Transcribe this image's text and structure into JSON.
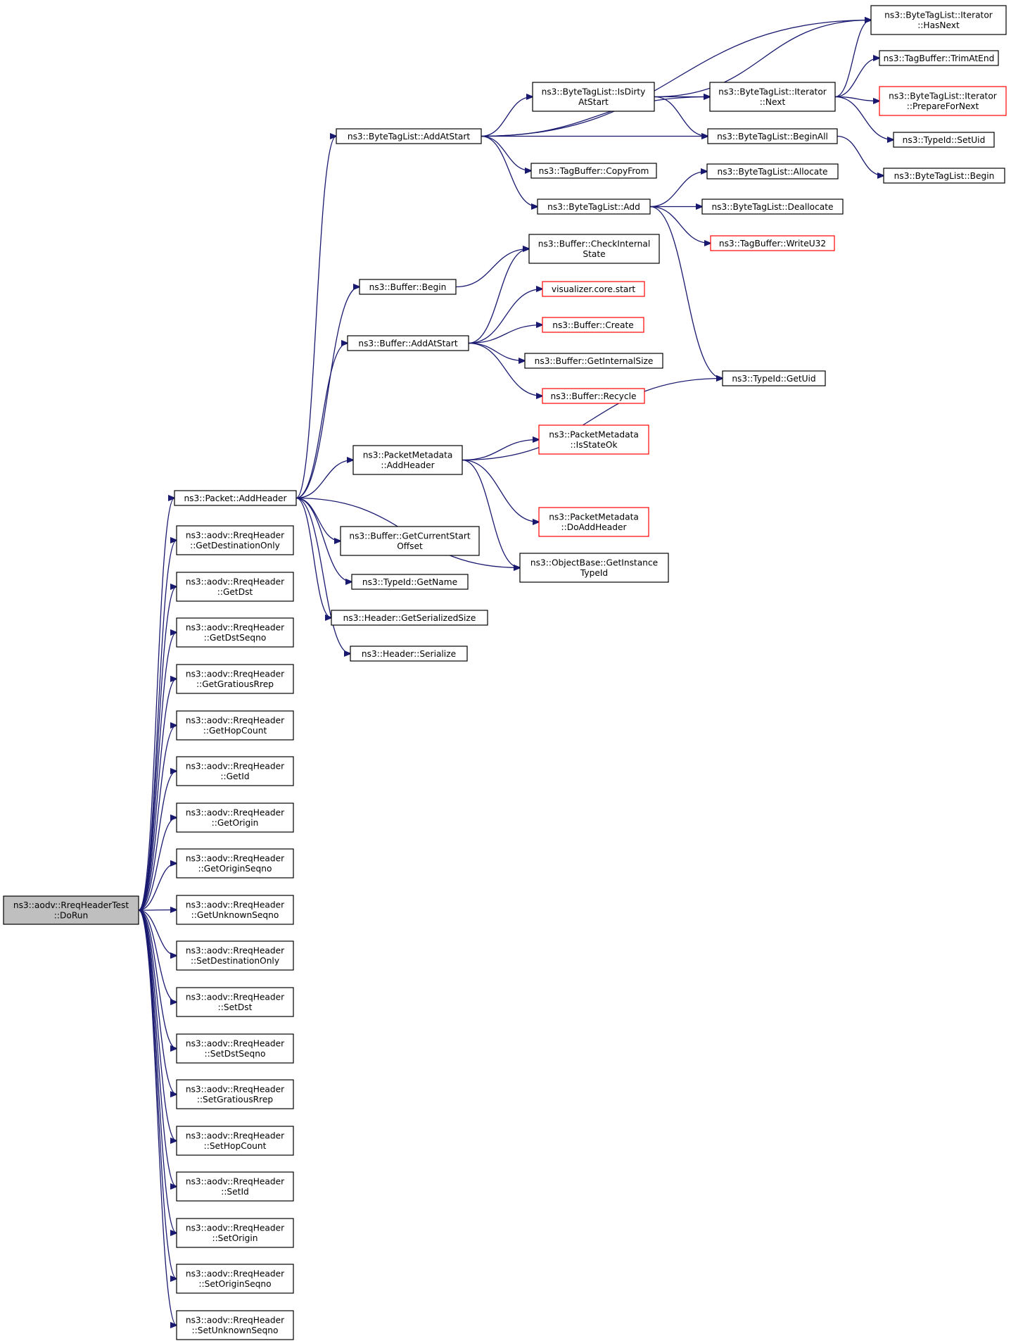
{
  "colors": {
    "edge": "#191970",
    "node_border": "#000000",
    "truncated_border": "#ff0000",
    "root_fill": "#bfbfbf",
    "node_fill": "#ffffff"
  },
  "nodes": [
    {
      "id": "dorun",
      "lines": [
        "ns3::aodv::RreqHeaderTest",
        "::DoRun"
      ],
      "kind": "root"
    },
    {
      "id": "packet_addheader",
      "lines": [
        "ns3::Packet::AddHeader"
      ]
    },
    {
      "id": "getdestonly",
      "lines": [
        "ns3::aodv::RreqHeader",
        "::GetDestinationOnly"
      ]
    },
    {
      "id": "getdst",
      "lines": [
        "ns3::aodv::RreqHeader",
        "::GetDst"
      ]
    },
    {
      "id": "getdstseqno",
      "lines": [
        "ns3::aodv::RreqHeader",
        "::GetDstSeqno"
      ]
    },
    {
      "id": "getgratious",
      "lines": [
        "ns3::aodv::RreqHeader",
        "::GetGratiousRrep"
      ]
    },
    {
      "id": "gethopcount",
      "lines": [
        "ns3::aodv::RreqHeader",
        "::GetHopCount"
      ]
    },
    {
      "id": "getid",
      "lines": [
        "ns3::aodv::RreqHeader",
        "::GetId"
      ]
    },
    {
      "id": "getorigin",
      "lines": [
        "ns3::aodv::RreqHeader",
        "::GetOrigin"
      ]
    },
    {
      "id": "getoriginseqno",
      "lines": [
        "ns3::aodv::RreqHeader",
        "::GetOriginSeqno"
      ]
    },
    {
      "id": "getunknownseqno",
      "lines": [
        "ns3::aodv::RreqHeader",
        "::GetUnknownSeqno"
      ]
    },
    {
      "id": "setdestonly",
      "lines": [
        "ns3::aodv::RreqHeader",
        "::SetDestinationOnly"
      ]
    },
    {
      "id": "setdst",
      "lines": [
        "ns3::aodv::RreqHeader",
        "::SetDst"
      ]
    },
    {
      "id": "setdstseqno",
      "lines": [
        "ns3::aodv::RreqHeader",
        "::SetDstSeqno"
      ]
    },
    {
      "id": "setgratious",
      "lines": [
        "ns3::aodv::RreqHeader",
        "::SetGratiousRrep"
      ]
    },
    {
      "id": "sethopcount",
      "lines": [
        "ns3::aodv::RreqHeader",
        "::SetHopCount"
      ]
    },
    {
      "id": "setid",
      "lines": [
        "ns3::aodv::RreqHeader",
        "::SetId"
      ]
    },
    {
      "id": "setorigin",
      "lines": [
        "ns3::aodv::RreqHeader",
        "::SetOrigin"
      ]
    },
    {
      "id": "setoriginseqno",
      "lines": [
        "ns3::aodv::RreqHeader",
        "::SetOriginSeqno"
      ]
    },
    {
      "id": "setunknownseqno",
      "lines": [
        "ns3::aodv::RreqHeader",
        "::SetUnknownSeqno"
      ]
    },
    {
      "id": "btl_addatstart",
      "lines": [
        "ns3::ByteTagList::AddAtStart"
      ]
    },
    {
      "id": "buf_begin",
      "lines": [
        "ns3::Buffer::Begin"
      ]
    },
    {
      "id": "buf_addatstart",
      "lines": [
        "ns3::Buffer::AddAtStart"
      ]
    },
    {
      "id": "pm_addheader",
      "lines": [
        "ns3::PacketMetadata",
        "::AddHeader"
      ]
    },
    {
      "id": "buf_getcurrentstart",
      "lines": [
        "ns3::Buffer::GetCurrentStart",
        "Offset"
      ]
    },
    {
      "id": "typeid_getname",
      "lines": [
        "ns3::TypeId::GetName"
      ]
    },
    {
      "id": "hdr_getserializedsize",
      "lines": [
        "ns3::Header::GetSerializedSize"
      ]
    },
    {
      "id": "hdr_serialize",
      "lines": [
        "ns3::Header::Serialize"
      ]
    },
    {
      "id": "btl_isdirty",
      "lines": [
        "ns3::ByteTagList::IsDirty",
        "AtStart"
      ]
    },
    {
      "id": "tagbuf_copyfrom",
      "lines": [
        "ns3::TagBuffer::CopyFrom"
      ]
    },
    {
      "id": "btl_add",
      "lines": [
        "ns3::ByteTagList::Add"
      ]
    },
    {
      "id": "buf_checkinternal",
      "lines": [
        "ns3::Buffer::CheckInternal",
        "State"
      ]
    },
    {
      "id": "viz_start",
      "lines": [
        "visualizer.core.start"
      ],
      "kind": "trunc"
    },
    {
      "id": "buf_create",
      "lines": [
        "ns3::Buffer::Create"
      ],
      "kind": "trunc"
    },
    {
      "id": "buf_getinternalsize",
      "lines": [
        "ns3::Buffer::GetInternalSize"
      ]
    },
    {
      "id": "buf_recycle",
      "lines": [
        "ns3::Buffer::Recycle"
      ],
      "kind": "trunc"
    },
    {
      "id": "pm_isstateok",
      "lines": [
        "ns3::PacketMetadata",
        "::IsStateOk"
      ],
      "kind": "trunc"
    },
    {
      "id": "pm_doaddheader",
      "lines": [
        "ns3::PacketMetadata",
        "::DoAddHeader"
      ],
      "kind": "trunc"
    },
    {
      "id": "ob_getinstancetypeid",
      "lines": [
        "ns3::ObjectBase::GetInstance",
        "TypeId"
      ]
    },
    {
      "id": "btl_iter_next",
      "lines": [
        "ns3::ByteTagList::Iterator",
        "::Next"
      ]
    },
    {
      "id": "btl_beginall",
      "lines": [
        "ns3::ByteTagList::BeginAll"
      ]
    },
    {
      "id": "btl_allocate",
      "lines": [
        "ns3::ByteTagList::Allocate"
      ]
    },
    {
      "id": "btl_deallocate",
      "lines": [
        "ns3::ByteTagList::Deallocate"
      ]
    },
    {
      "id": "tagbuf_writeu32",
      "lines": [
        "ns3::TagBuffer::WriteU32"
      ],
      "kind": "trunc"
    },
    {
      "id": "typeid_getuid",
      "lines": [
        "ns3::TypeId::GetUid"
      ]
    },
    {
      "id": "btl_iter_hasnext",
      "lines": [
        "ns3::ByteTagList::Iterator",
        "::HasNext"
      ]
    },
    {
      "id": "tagbuf_trimatend",
      "lines": [
        "ns3::TagBuffer::TrimAtEnd"
      ]
    },
    {
      "id": "btl_iter_prepare",
      "lines": [
        "ns3::ByteTagList::Iterator",
        "::PrepareForNext"
      ],
      "kind": "trunc"
    },
    {
      "id": "typeid_setuid",
      "lines": [
        "ns3::TypeId::SetUid"
      ]
    },
    {
      "id": "btl_begin",
      "lines": [
        "ns3::ByteTagList::Begin"
      ]
    }
  ],
  "edges": [
    [
      "dorun",
      "packet_addheader"
    ],
    [
      "dorun",
      "getdestonly"
    ],
    [
      "dorun",
      "getdst"
    ],
    [
      "dorun",
      "getdstseqno"
    ],
    [
      "dorun",
      "getgratious"
    ],
    [
      "dorun",
      "gethopcount"
    ],
    [
      "dorun",
      "getid"
    ],
    [
      "dorun",
      "getorigin"
    ],
    [
      "dorun",
      "getoriginseqno"
    ],
    [
      "dorun",
      "getunknownseqno"
    ],
    [
      "dorun",
      "setdestonly"
    ],
    [
      "dorun",
      "setdst"
    ],
    [
      "dorun",
      "setdstseqno"
    ],
    [
      "dorun",
      "setgratious"
    ],
    [
      "dorun",
      "sethopcount"
    ],
    [
      "dorun",
      "setid"
    ],
    [
      "dorun",
      "setorigin"
    ],
    [
      "dorun",
      "setoriginseqno"
    ],
    [
      "dorun",
      "setunknownseqno"
    ],
    [
      "packet_addheader",
      "btl_addatstart"
    ],
    [
      "packet_addheader",
      "buf_begin"
    ],
    [
      "packet_addheader",
      "buf_addatstart"
    ],
    [
      "packet_addheader",
      "pm_addheader"
    ],
    [
      "packet_addheader",
      "buf_getcurrentstart"
    ],
    [
      "packet_addheader",
      "typeid_getname"
    ],
    [
      "packet_addheader",
      "hdr_getserializedsize"
    ],
    [
      "packet_addheader",
      "hdr_serialize"
    ],
    [
      "packet_addheader",
      "ob_getinstancetypeid"
    ],
    [
      "btl_addatstart",
      "btl_iter_hasnext"
    ],
    [
      "btl_addatstart",
      "btl_iter_next"
    ],
    [
      "btl_addatstart",
      "btl_isdirty"
    ],
    [
      "btl_addatstart",
      "btl_beginall"
    ],
    [
      "btl_addatstart",
      "tagbuf_copyfrom"
    ],
    [
      "btl_addatstart",
      "btl_add"
    ],
    [
      "btl_isdirty",
      "btl_iter_hasnext"
    ],
    [
      "btl_isdirty",
      "btl_iter_next"
    ],
    [
      "btl_isdirty",
      "btl_beginall"
    ],
    [
      "btl_iter_next",
      "btl_iter_hasnext"
    ],
    [
      "btl_iter_next",
      "tagbuf_trimatend"
    ],
    [
      "btl_iter_next",
      "btl_iter_prepare"
    ],
    [
      "btl_iter_next",
      "typeid_setuid"
    ],
    [
      "btl_beginall",
      "btl_begin"
    ],
    [
      "btl_add",
      "btl_allocate"
    ],
    [
      "btl_add",
      "btl_deallocate"
    ],
    [
      "btl_add",
      "tagbuf_writeu32"
    ],
    [
      "btl_add",
      "typeid_getuid"
    ],
    [
      "buf_begin",
      "buf_checkinternal"
    ],
    [
      "buf_addatstart",
      "buf_checkinternal"
    ],
    [
      "buf_addatstart",
      "viz_start"
    ],
    [
      "buf_addatstart",
      "buf_create"
    ],
    [
      "buf_addatstart",
      "buf_getinternalsize"
    ],
    [
      "buf_addatstart",
      "buf_recycle"
    ],
    [
      "pm_addheader",
      "pm_isstateok"
    ],
    [
      "pm_addheader",
      "typeid_getuid"
    ],
    [
      "pm_addheader",
      "pm_doaddheader"
    ],
    [
      "pm_addheader",
      "ob_getinstancetypeid"
    ]
  ]
}
